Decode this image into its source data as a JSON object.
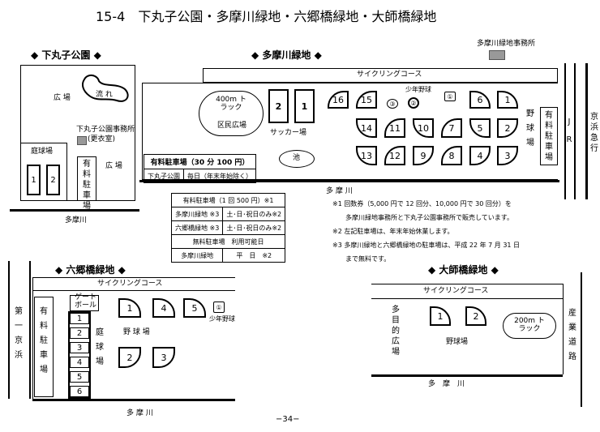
{
  "title": "15-4　下丸子公園・多摩川緑地・六郷橋緑地・大師橋緑地",
  "page_number": "−34−",
  "shimomaruko": {
    "heading": "◆ 下丸子公園 ◆",
    "hiroba": "広 場",
    "nagare": "流 れ",
    "office": "下丸子公園事務所",
    "office_sub": "(更衣室)",
    "tennis": "庭球場",
    "courts": [
      "1",
      "2"
    ],
    "parking": "有料駐車場",
    "hiroba2": "広 場",
    "river": "多摩川"
  },
  "tamagawa": {
    "heading": "◆ 多摩川緑地 ◆",
    "office": "多摩川緑地事務所",
    "cycling": "サイクリングコース",
    "track": "400m トラック",
    "plaza": "区民広場",
    "soccer": "サッカー場",
    "soccer_fields": [
      "2",
      "1"
    ],
    "pond": "池",
    "youth": "少年野球",
    "youth_fields": [
      "③",
      "②",
      "①"
    ],
    "baseball_fields": [
      "16",
      "15",
      "6",
      "1",
      "14",
      "11",
      "10",
      "7",
      "5",
      "2",
      "13",
      "12",
      "9",
      "8",
      "4",
      "3"
    ],
    "baseball": "野 球 場",
    "parking": "有料駐車場",
    "jr": "J R",
    "keikyu": "京浜急行",
    "river": "多 摩 川"
  },
  "fee_table_1": {
    "header": "有料駐車場（30 分 100 円）",
    "rows": [
      [
        "下丸子公園",
        "毎日（年末年始除く）"
      ]
    ]
  },
  "fee_table_2": {
    "header": "有料駐車場（1 回 500 円）※1",
    "rows": [
      [
        "多摩川緑地 ※3",
        "土･日･祝日のみ※2"
      ],
      [
        "六郷橋緑地 ※3",
        "土･日･祝日のみ※2"
      ]
    ],
    "free_header": "無料駐車場　利用可能日",
    "free_rows": [
      [
        "多摩川緑地",
        "平　日　※2"
      ]
    ]
  },
  "notes": [
    "※1 回数券（5,000 円で 12 回分、10,000 円で 30 回分）を",
    "　　多摩川緑地事務所と下丸子公園事務所で販売しています。",
    "※2 左記駐車場は、年末年始休業します。",
    "※3 多摩川緑地と六郷橋緑地の駐車場は、平成 22 年 7 月 31 日",
    "　　まで無料です。"
  ],
  "rokugo": {
    "heading": "◆ 六郷橋緑地 ◆",
    "cycling": "サイクリングコース",
    "daiichi": "第一京浜",
    "parking": "有料駐車場",
    "gate": "ゲートボール",
    "tennis_courts": [
      "1",
      "2",
      "3",
      "4",
      "5",
      "6"
    ],
    "tennis": "庭球場",
    "baseball": "野 球 場",
    "baseball_fields": [
      "1",
      "4",
      "5",
      "2",
      "3"
    ],
    "youth_field": "①",
    "youth": "少年野球",
    "river": "多 摩 川"
  },
  "daishi": {
    "heading": "◆ 大師橋緑地 ◆",
    "cycling": "サイクリングコース",
    "multi": "多目的広場",
    "baseball_fields": [
      "1",
      "2"
    ],
    "baseball": "野球場",
    "track": "200m トラック",
    "road": "産業道路",
    "river": "多　摩　川"
  }
}
